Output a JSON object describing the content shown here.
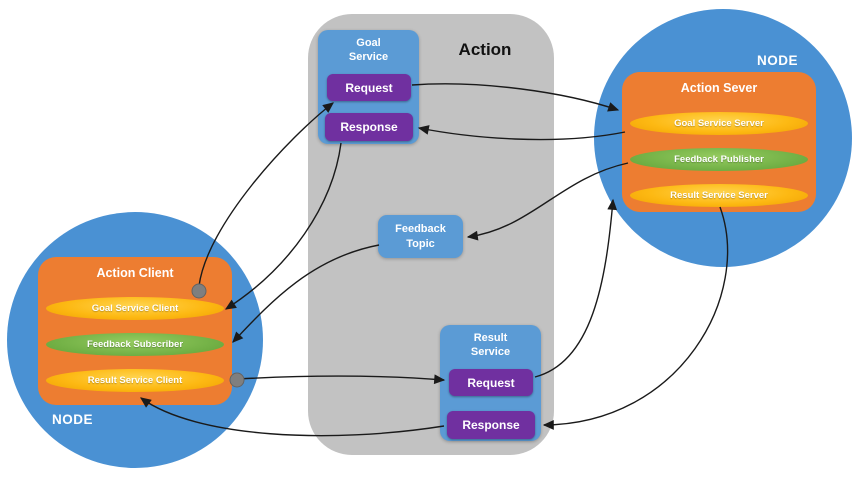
{
  "action": {
    "title": "Action",
    "goal_service": {
      "title": "Goal Service",
      "request_label": "Request",
      "response_label": "Response"
    },
    "feedback_topic": {
      "title": "Feedback Topic"
    },
    "result_service": {
      "title": "Result Service",
      "request_label": "Request",
      "response_label": "Response"
    }
  },
  "server_node": {
    "node_label": "NODE",
    "title": "Action Sever",
    "items": [
      {
        "label": "Goal Service Server",
        "kind": "service"
      },
      {
        "label": "Feedback Publisher",
        "kind": "topic"
      },
      {
        "label": "Result Service Server",
        "kind": "service"
      }
    ]
  },
  "client_node": {
    "node_label": "NODE",
    "title": "Action Client",
    "items": [
      {
        "label": "Goal Service Client",
        "kind": "service"
      },
      {
        "label": "Feedback Subscriber",
        "kind": "topic"
      },
      {
        "label": "Result Service Client",
        "kind": "service"
      }
    ]
  },
  "arrows": [
    {
      "from": "Goal Service Client",
      "to": "Goal Service Request"
    },
    {
      "from": "Goal Service Request",
      "to": "Goal Service Server"
    },
    {
      "from": "Goal Service Server",
      "to": "Goal Service Response"
    },
    {
      "from": "Goal Service Response",
      "to": "Goal Service Client"
    },
    {
      "from": "Feedback Publisher",
      "to": "Feedback Topic"
    },
    {
      "from": "Feedback Topic",
      "to": "Feedback Subscriber"
    },
    {
      "from": "Result Service Client",
      "to": "Result Service Request"
    },
    {
      "from": "Result Service Request",
      "to": "Result Service Server"
    },
    {
      "from": "Result Service Server",
      "to": "Result Service Response"
    },
    {
      "from": "Result Service Response",
      "to": "Result Service Client"
    }
  ],
  "colors": {
    "node_circle": "#4a91d3",
    "group_box_orange": "#ed7d31",
    "service_pill_yellow": "#fdb913",
    "topic_pill_green": "#74b247",
    "button_purple": "#7030a0",
    "service_box_blue": "#5b9bd5",
    "container_gray": "#c2c2c2",
    "arrow_black": "#1a1a1a",
    "background": "#ffffff"
  }
}
